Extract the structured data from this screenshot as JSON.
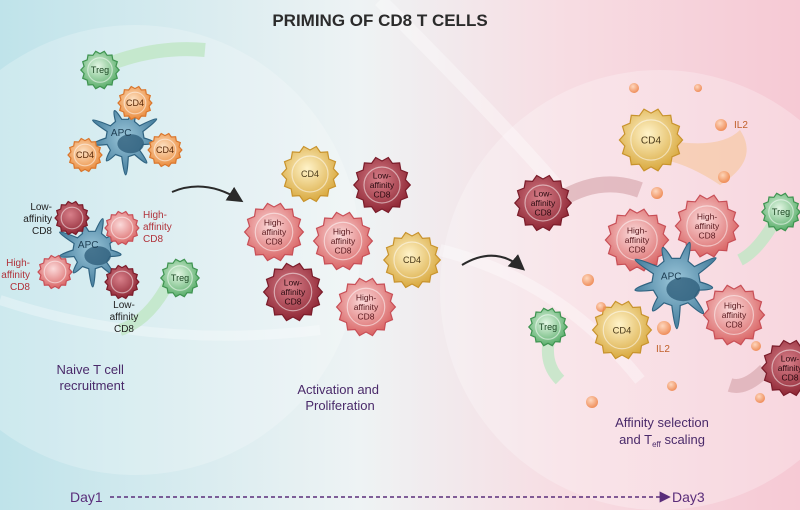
{
  "title": "PRIMING OF CD8 T CELLS",
  "stages": {
    "naive": "Naive T cell\nrecruitment",
    "activation": "Activation and\nProliferation",
    "selection_line1": "Affinity selection",
    "selection_line2_prefix": "and T",
    "selection_line2_sub": "eff",
    "selection_line2_suffix": " scaling"
  },
  "timeline": {
    "start": "Day1",
    "end": "Day3"
  },
  "labels": {
    "treg": "Treg",
    "cd4": "CD4",
    "cd8": "CD8",
    "apc": "APC",
    "il2": "IL2",
    "low_affinity_cd8": "Low-\naffinity\nCD8",
    "high_affinity_cd8": "High-\naffinity\nCD8"
  },
  "colors": {
    "title": "#2b2b2b",
    "stage_text": "#4a2a6a",
    "day_text": "#5a2d7a",
    "cd4": "#e8c46a",
    "high_cd8": "#e58787",
    "low_cd8": "#b03a48",
    "treg": "#7cc98a",
    "apc": "#4e8fae",
    "orange_cd4": "#f0a35e",
    "il2": "#f08a4b"
  }
}
